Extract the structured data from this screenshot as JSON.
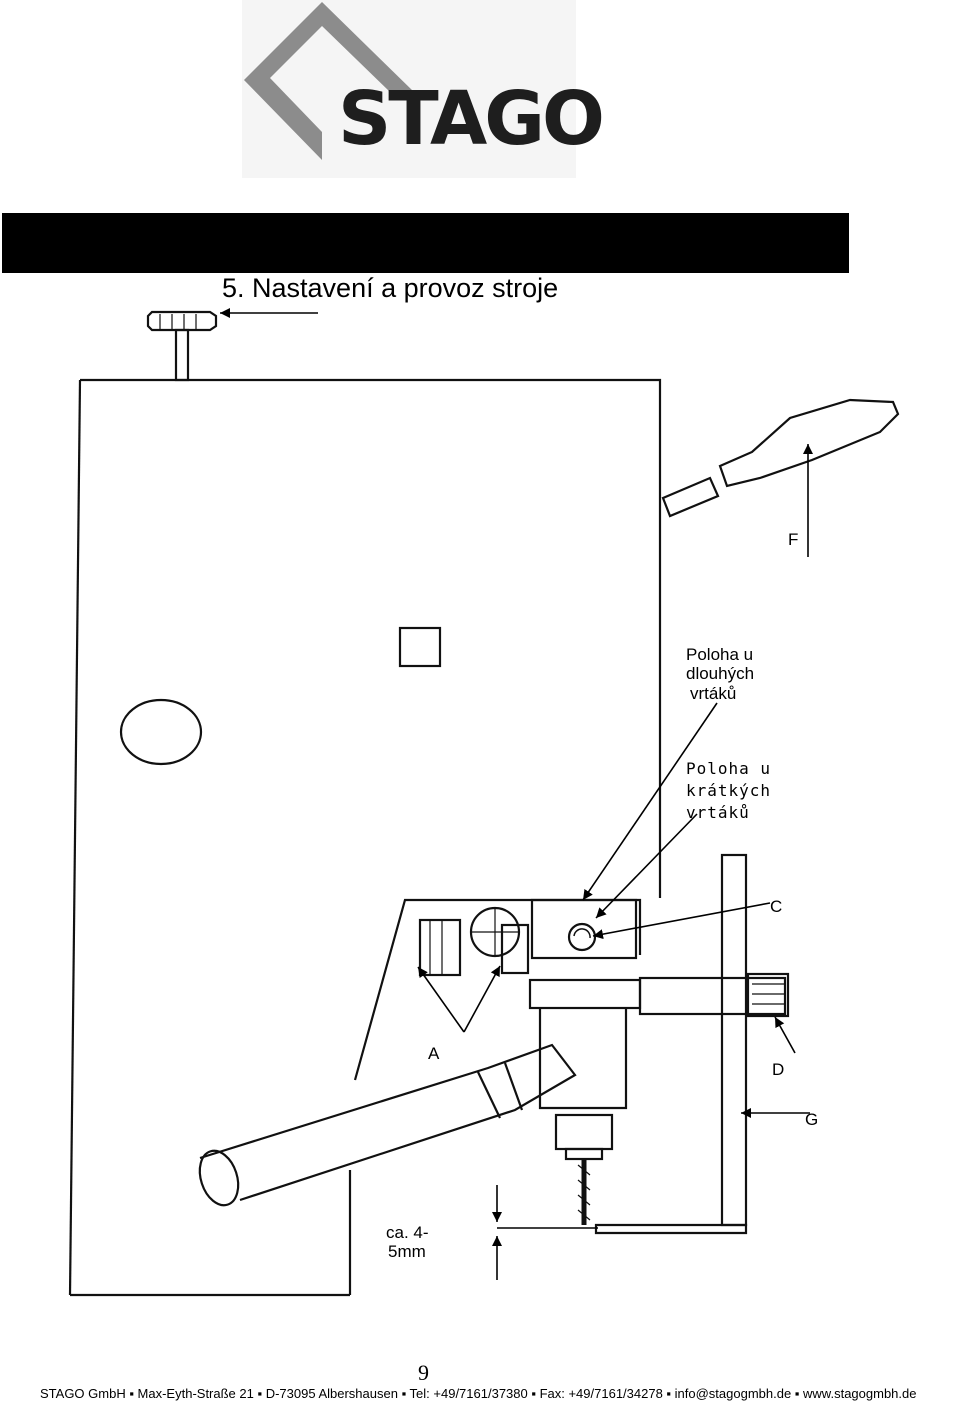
{
  "logo": {
    "text": "STAGO"
  },
  "header": {
    "title": "5. Nastavení a provoz stroje"
  },
  "labels": {
    "f": "F",
    "long_drills": [
      "Poloha u",
      "dlouhých",
      "vrtáků"
    ],
    "short_drills": [
      "Poloha u",
      "krátkých",
      "vrtáků"
    ],
    "c": "C",
    "a": "A",
    "d": "D",
    "g": "G",
    "gap": [
      "ca. 4-",
      "5mm"
    ]
  },
  "page": {
    "number": "9"
  },
  "footer": {
    "text": "STAGO GmbH ▪ Max-Eyth-Straße 21 ▪ D-73095 Albershausen ▪ Tel: +49/7161/37380 ▪ Fax: +49/7161/34278 ▪ info@stagogmbh.de ▪ www.stagogmbh.de"
  },
  "colors": {
    "logo_gray": "#8c8c8c",
    "logo_text": "#1e1e1e",
    "bar": "#000000"
  }
}
